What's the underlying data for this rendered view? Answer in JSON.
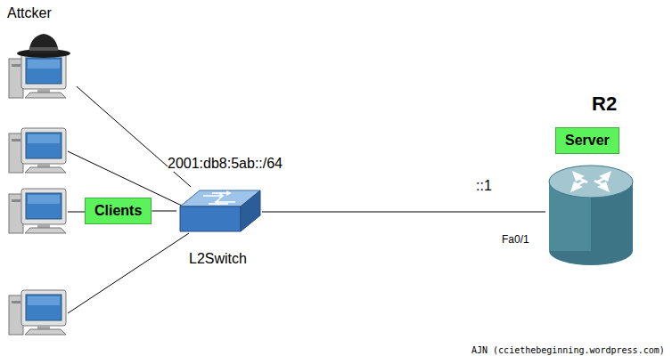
{
  "diagram": {
    "nodes": [
      {
        "text": [
          "Attcker"
        ]
      },
      {
        "text": [
          "Clients"
        ]
      },
      {
        "text": [
          "L2Switch"
        ]
      },
      {
        "text": [
          "R2"
        ]
      },
      {
        "text": [
          "Server"
        ]
      }
    ],
    "edges": [
      {
        "from": 0,
        "to": 2,
        "arrow": "none"
      },
      {
        "from": 1,
        "to": 2,
        "arrow": "none"
      },
      {
        "from": 2,
        "to": 3,
        "arrow": "none"
      }
    ],
    "labels": [
      "2001:db8:5ab::/64",
      "::1",
      "Fa0/1",
      "AJN (cciethebeginning.wordpress.com)"
    ]
  }
}
